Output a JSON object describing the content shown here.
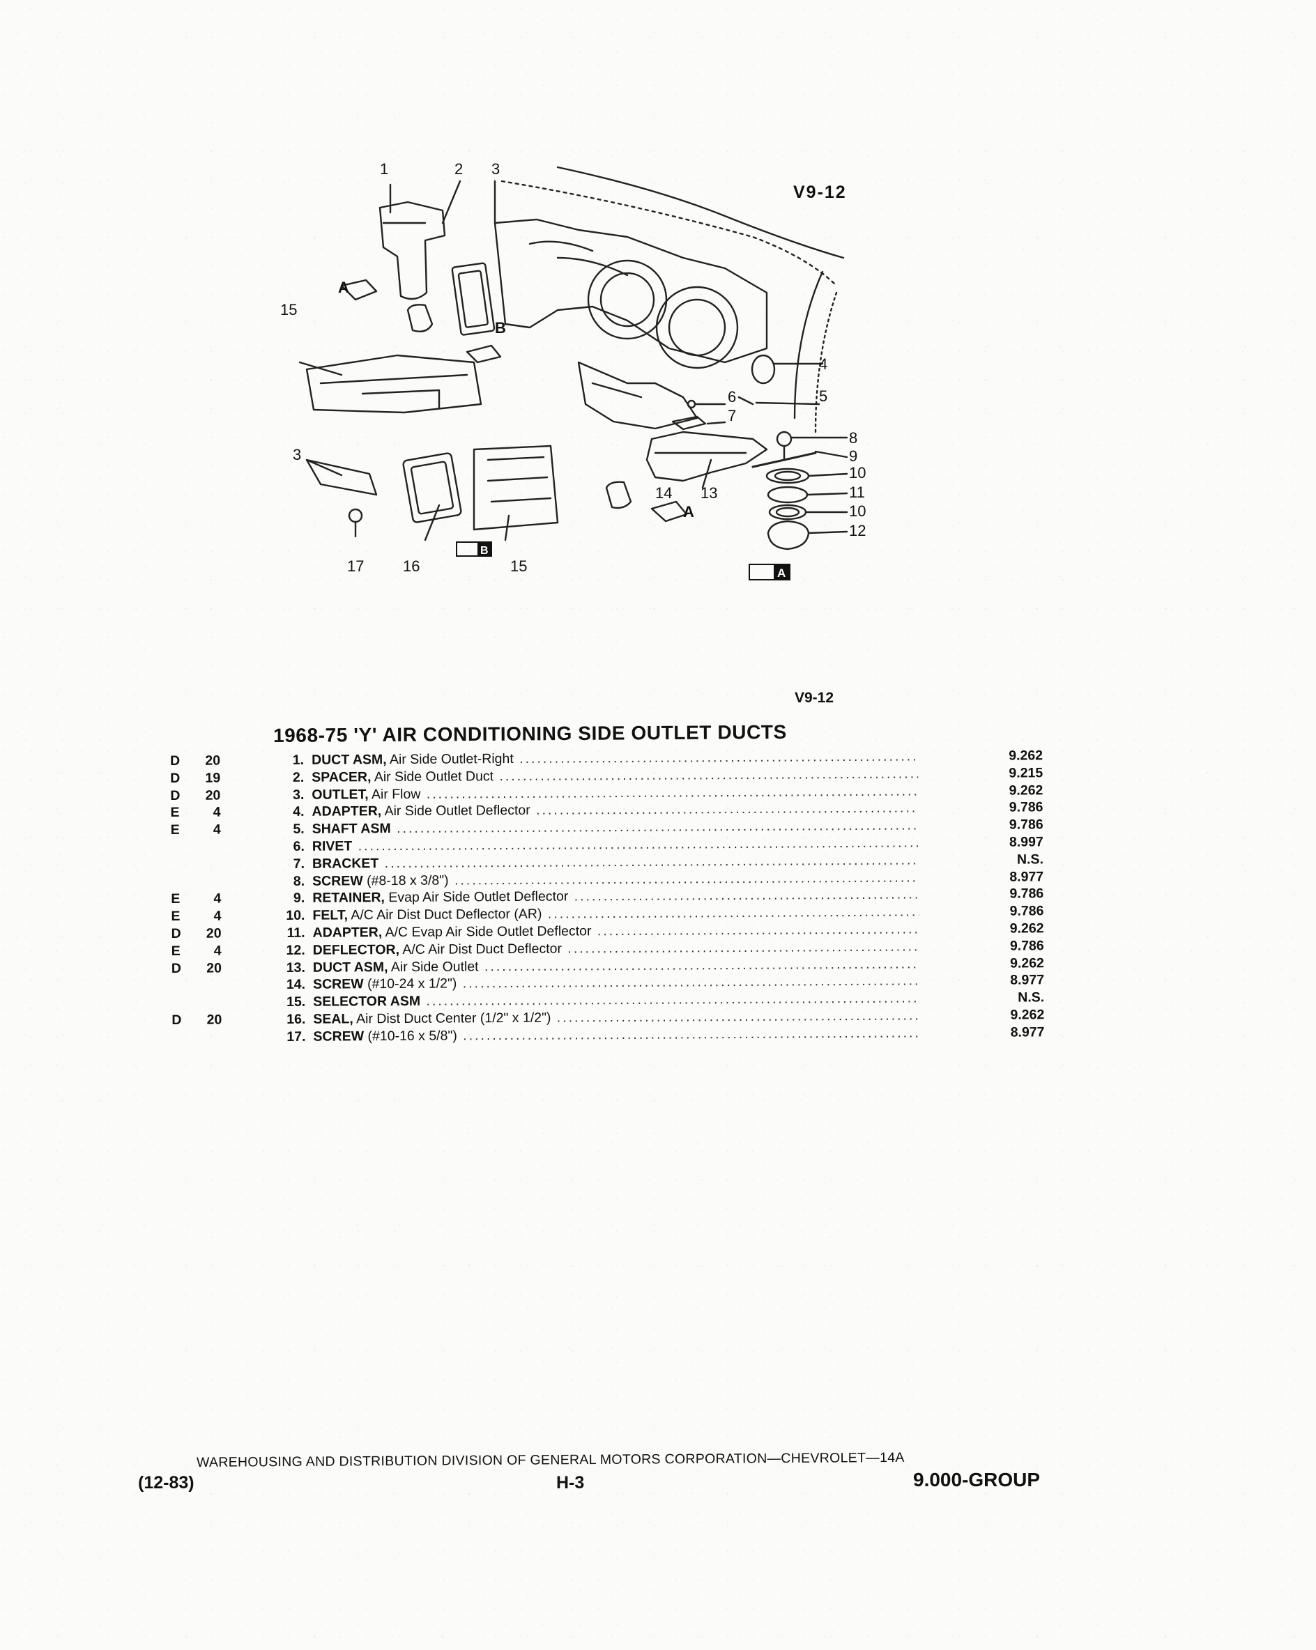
{
  "diagram": {
    "code": "V9-12",
    "callouts": [
      "1",
      "2",
      "3",
      "15",
      "A",
      "B",
      "4",
      "5",
      "6",
      "7",
      "8",
      "9",
      "10",
      "11",
      "10",
      "12",
      "14",
      "13",
      "A",
      "3",
      "17",
      "16",
      "15"
    ],
    "view_labels": [
      "A",
      "B"
    ]
  },
  "ref_code": "V9-12",
  "title": "1968-75 'Y' AIR CONDITIONING SIDE OUTLET DUCTS",
  "parts": [
    {
      "code_letter": "D",
      "code_num": "20",
      "num": "1.",
      "name": "DUCT ASM,",
      "desc": " Air Side Outlet-Right",
      "group": "9.262"
    },
    {
      "code_letter": "D",
      "code_num": "19",
      "num": "2.",
      "name": "SPACER,",
      "desc": " Air Side Outlet Duct",
      "group": "9.215"
    },
    {
      "code_letter": "D",
      "code_num": "20",
      "num": "3.",
      "name": "OUTLET,",
      "desc": " Air Flow",
      "group": "9.262"
    },
    {
      "code_letter": "E",
      "code_num": "4",
      "num": "4.",
      "name": "ADAPTER,",
      "desc": " Air Side Outlet Deflector",
      "group": "9.786"
    },
    {
      "code_letter": "E",
      "code_num": "4",
      "num": "5.",
      "name": "SHAFT ASM",
      "desc": "",
      "group": "9.786"
    },
    {
      "code_letter": "",
      "code_num": "",
      "num": "6.",
      "name": "RIVET",
      "desc": "",
      "group": "8.997"
    },
    {
      "code_letter": "",
      "code_num": "",
      "num": "7.",
      "name": "BRACKET",
      "desc": "",
      "group": "N.S."
    },
    {
      "code_letter": "",
      "code_num": "",
      "num": "8.",
      "name": "SCREW",
      "desc": " (#8-18 x 3/8\")",
      "group": "8.977"
    },
    {
      "code_letter": "E",
      "code_num": "4",
      "num": "9.",
      "name": "RETAINER,",
      "desc": " Evap Air Side Outlet Deflector",
      "group": "9.786"
    },
    {
      "code_letter": "E",
      "code_num": "4",
      "num": "10.",
      "name": "FELT,",
      "desc": " A/C Air Dist Duct Deflector (AR)",
      "group": "9.786"
    },
    {
      "code_letter": "D",
      "code_num": "20",
      "num": "11.",
      "name": "ADAPTER,",
      "desc": " A/C Evap Air Side Outlet Deflector",
      "group": "9.262"
    },
    {
      "code_letter": "E",
      "code_num": "4",
      "num": "12.",
      "name": "DEFLECTOR,",
      "desc": " A/C Air Dist Duct Deflector",
      "group": "9.786"
    },
    {
      "code_letter": "D",
      "code_num": "20",
      "num": "13.",
      "name": "DUCT ASM,",
      "desc": " Air Side Outlet",
      "group": "9.262"
    },
    {
      "code_letter": "",
      "code_num": "",
      "num": "14.",
      "name": "SCREW",
      "desc": " (#10-24 x 1/2\")",
      "group": "8.977"
    },
    {
      "code_letter": "",
      "code_num": "",
      "num": "15.",
      "name": "SELECTOR ASM",
      "desc": "",
      "group": "N.S."
    },
    {
      "code_letter": "D",
      "code_num": "20",
      "num": "16.",
      "name": "SEAL,",
      "desc": " Air Dist Duct Center (1/2\" x 1/2\")",
      "group": "9.262"
    },
    {
      "code_letter": "",
      "code_num": "",
      "num": "17.",
      "name": "SCREW",
      "desc": " (#10-16 x 5/8\")",
      "group": "8.977"
    }
  ],
  "footer": {
    "division": "WAREHOUSING AND DISTRIBUTION DIVISION OF GENERAL MOTORS CORPORATION—CHEVROLET—14A",
    "date": "(12-83)",
    "page": "H-3",
    "group": "9.000-GROUP"
  }
}
